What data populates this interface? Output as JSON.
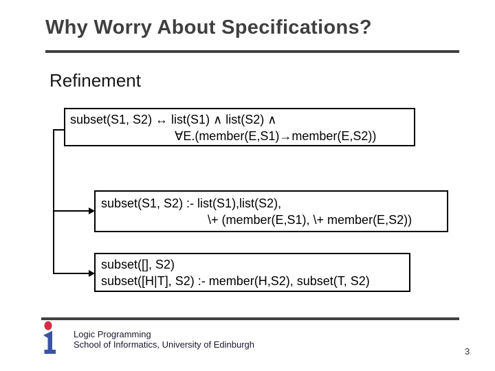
{
  "slide": {
    "title": "Why Worry About Specifications?",
    "section_heading": "Refinement",
    "boxes": [
      {
        "line1": "subset(S1, S2) ↔ list(S1) ∧ list(S2) ∧",
        "line2": "∀E.(member(E,S1)→member(E,S2))"
      },
      {
        "line1": "subset(S1, S2) :- list(S1),list(S2),",
        "line2": "\\+ (member(E,S1), \\+ member(E,S2))"
      },
      {
        "line1": "subset([], S2)",
        "line2": "subset([H|T], S2) :- member(H,S2), subset(T, S2)"
      }
    ],
    "footer": {
      "affiliation_line1": "Logic Programming",
      "affiliation_line2": "School of Informatics, University of Edinburgh"
    },
    "page_number": "3",
    "colors": {
      "heading": "#3f3f3f",
      "rule": "#404040",
      "box_border": "#000000",
      "connector": "#000000",
      "logo_red": "#d92b45",
      "logo_blue": "#3a54a4",
      "footer_text": "#18182e"
    }
  }
}
